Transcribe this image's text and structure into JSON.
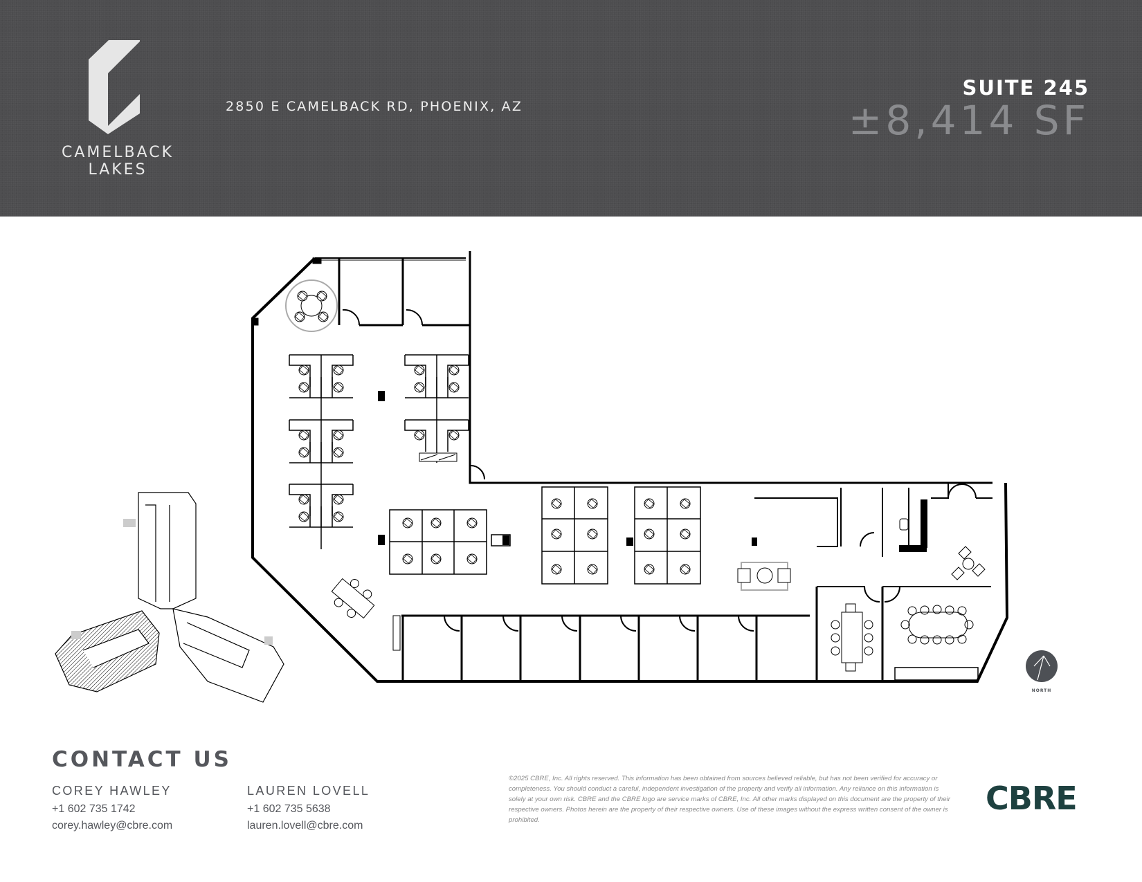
{
  "header": {
    "brand_line1": "CAMELBACK",
    "brand_line2": "LAKES",
    "address": "2850 E CAMELBACK RD, PHOENIX, AZ",
    "suite": "SUITE 245",
    "square_feet": "±8,414 SF",
    "background_color": "#4d4d4f"
  },
  "floorplan": {
    "suite_outline": "L-shaped suite floor plan",
    "north_label": "NORTH",
    "keyplan": "Building key plan with suite highlighted (hatched)"
  },
  "contact": {
    "title": "CONTACT US",
    "people": [
      {
        "name": "COREY HAWLEY",
        "phone": "+1 602 735 1742",
        "email": "corey.hawley@cbre.com"
      },
      {
        "name": "LAUREN LOVELL",
        "phone": "+1 602 735 5638",
        "email": "lauren.lovell@cbre.com"
      }
    ]
  },
  "footer": {
    "disclaimer": "©2025 CBRE, Inc. All rights reserved. This information has been obtained from sources believed reliable, but has not been verified for accuracy or completeness. You should conduct a careful, independent investigation of the property and verify all information. Any reliance on this information is solely at your own risk. CBRE and the CBRE logo are service marks of CBRE, Inc. All other marks displayed on this document are the property of their respective owners. Photos herein are the property of their respective owners. Use of these images without the express written consent of the owner is prohibited.",
    "brand_logo": "CBRE",
    "brand_color": "#1e4140"
  }
}
